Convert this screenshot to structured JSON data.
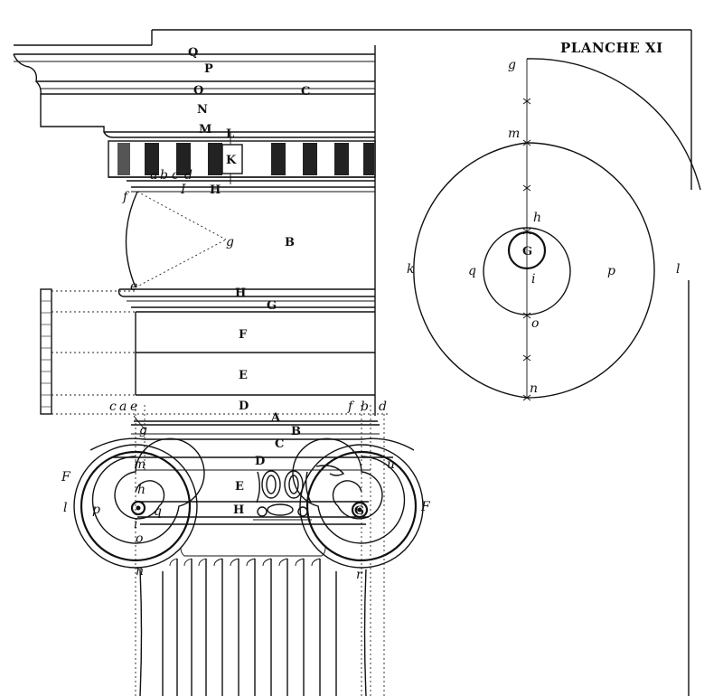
{
  "title": "PLANCHE XI",
  "entablature_labels": {
    "Q": "Q",
    "P": "P",
    "O": "O",
    "C": "C",
    "N": "N",
    "M": "M",
    "L": "L",
    "K": "K",
    "I": "I",
    "H_top": "H",
    "f": "f",
    "g": "g",
    "B": "B",
    "e": "e",
    "H_mid": "H",
    "G": "G",
    "F": "F",
    "E": "E",
    "D": "D",
    "small_a": "a",
    "small_b": "b",
    "small_c": "c",
    "small_d": "d"
  },
  "capital_labels": {
    "c": "c",
    "a": "a",
    "e": "e",
    "f": "f",
    "b": "b",
    "d": "d",
    "A": "A",
    "B": "B",
    "C": "C",
    "D": "D",
    "E": "E",
    "H": "H",
    "F_left": "F",
    "F_right": "F",
    "l": "l",
    "p": "p",
    "q": "q",
    "m": "m",
    "h": "h",
    "i": "i",
    "o": "o",
    "n": "n",
    "r": "r",
    "g": "g",
    "G": "G",
    "u": "u"
  },
  "volute_labels": {
    "g": "g",
    "m": "m",
    "h": "h",
    "G": "G",
    "i": "i",
    "o": "o",
    "n": "n",
    "k": "k",
    "q": "q",
    "p": "p",
    "l": "l"
  }
}
